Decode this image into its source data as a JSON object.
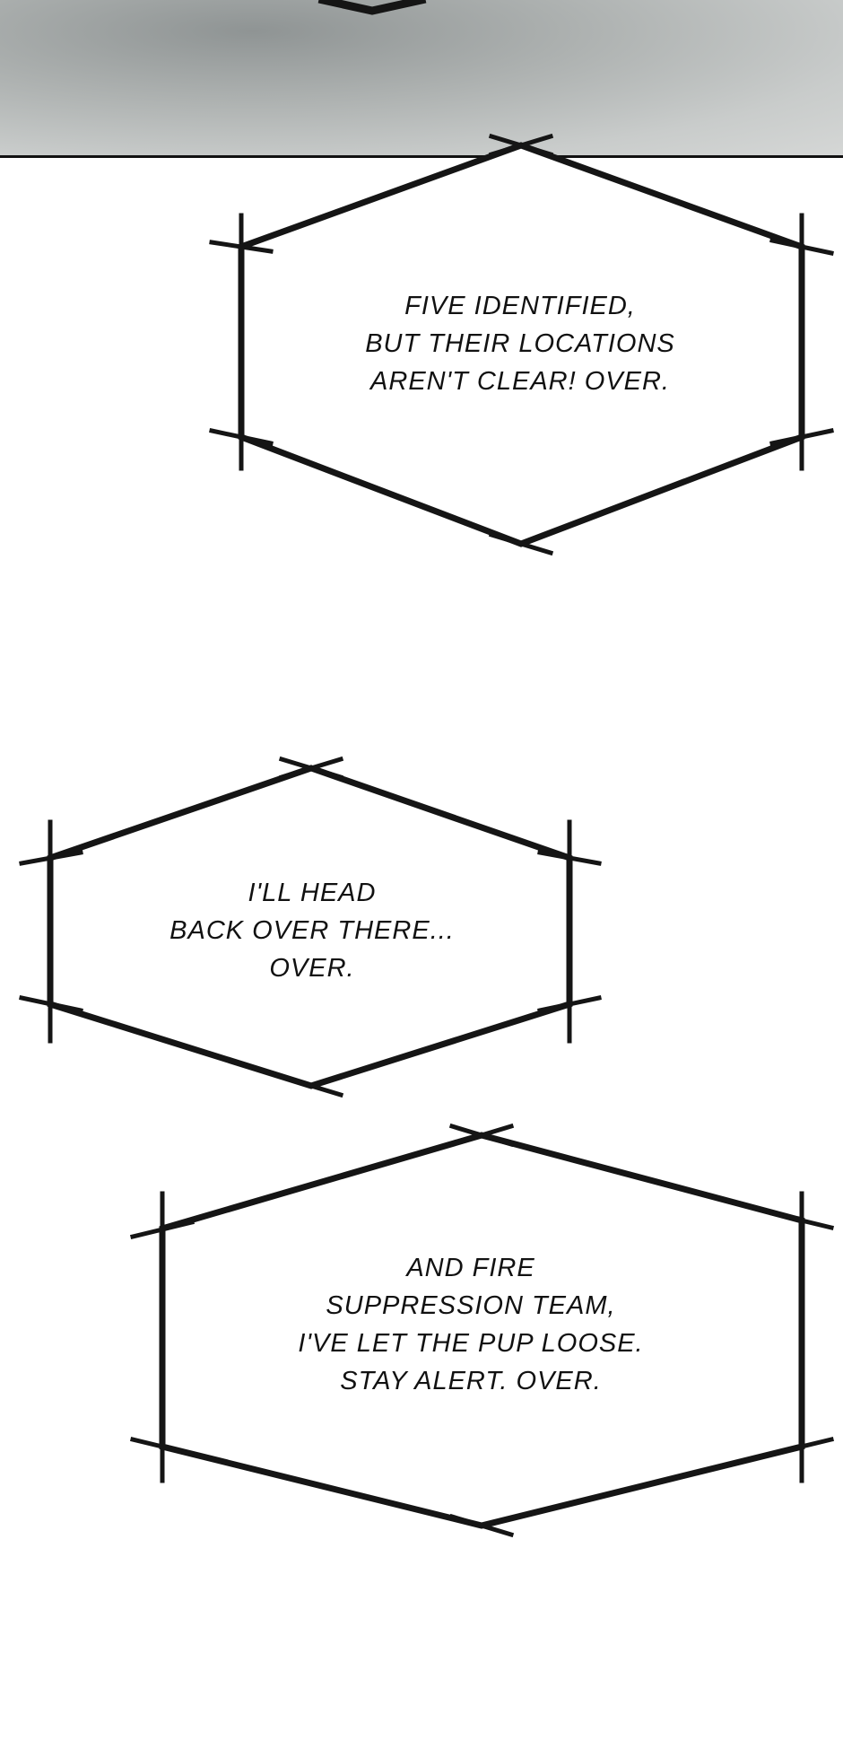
{
  "bubbles": [
    {
      "lines": [
        "FIVE IDENTIFIED,",
        "BUT THEIR LOCATIONS",
        "AREN'T CLEAR! OVER."
      ]
    },
    {
      "lines": [
        "I'LL HEAD",
        "BACK OVER THERE...",
        "OVER."
      ]
    },
    {
      "lines": [
        "AND FIRE",
        "SUPPRESSION TEAM,",
        "I'VE LET THE PUP LOOSE.",
        "STAY ALERT. OVER."
      ]
    }
  ]
}
